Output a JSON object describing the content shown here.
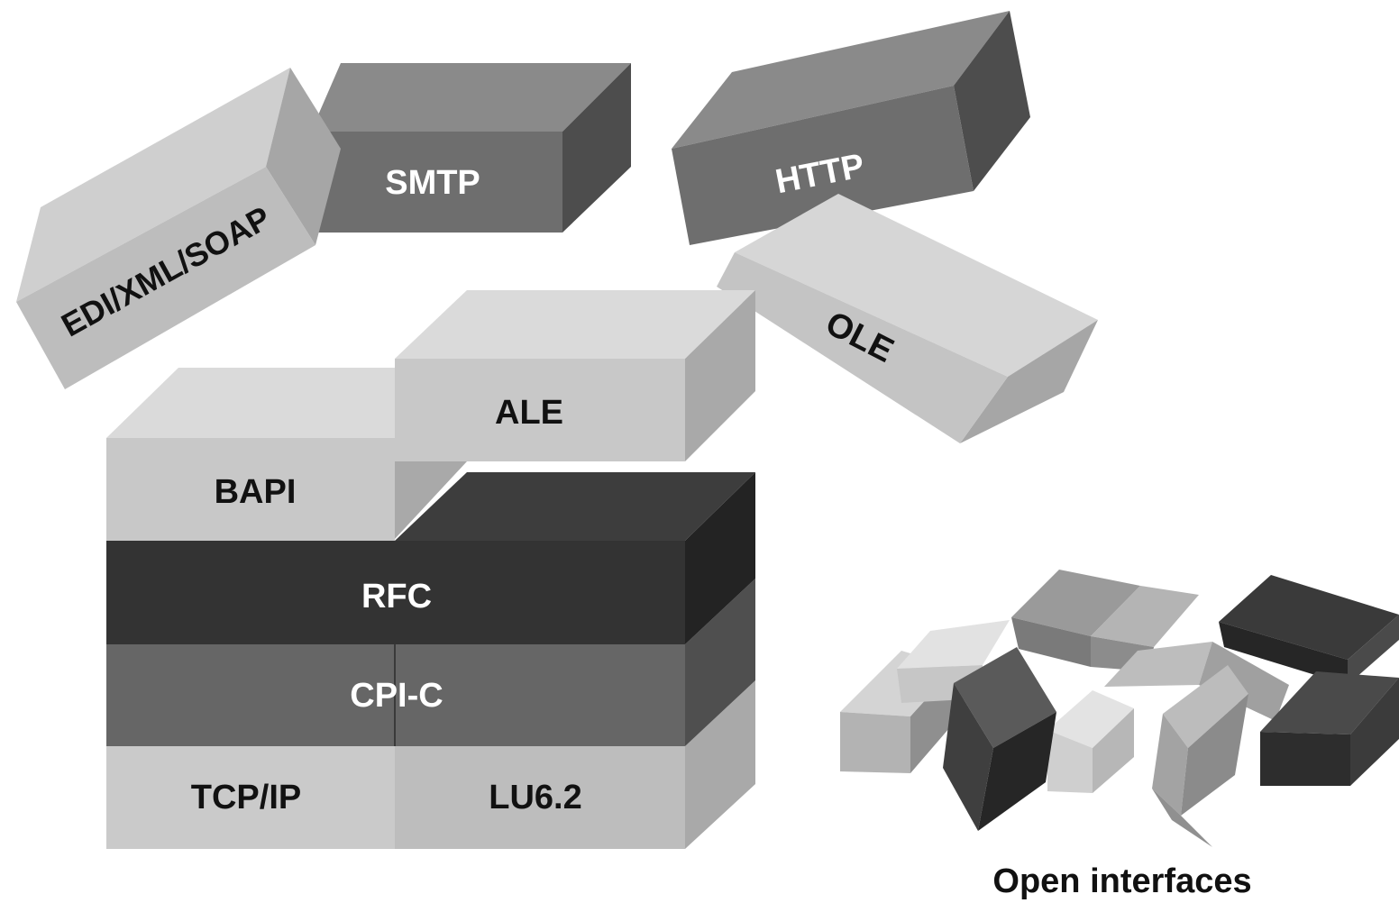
{
  "stack": {
    "bapi": "BAPI",
    "ale": "ALE",
    "rfc": "RFC",
    "cpic": "CPI-C",
    "tcpip": "TCP/IP",
    "lu62": "LU6.2"
  },
  "floating": {
    "edi": "EDI/XML/SOAP",
    "smtp": "SMTP",
    "http": "HTTP",
    "ole": "OLE"
  },
  "caption": "Open interfaces"
}
